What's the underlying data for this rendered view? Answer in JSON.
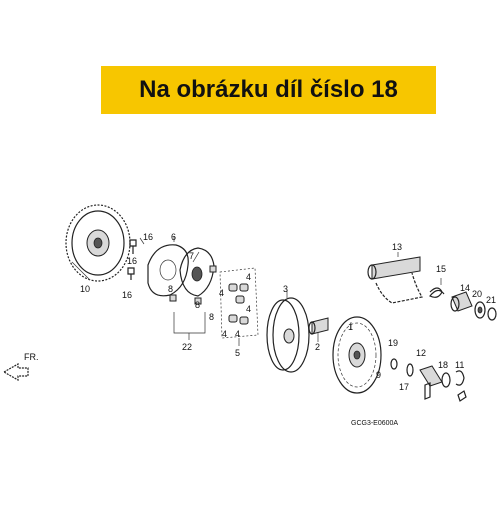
{
  "banner": {
    "text": "Na obrázku díl číslo 18"
  },
  "diagram": {
    "code": "GCG3-E0600A",
    "direction_label": "FR.",
    "callouts": [
      {
        "id": "c10",
        "text": "10"
      },
      {
        "id": "c16a",
        "text": "16"
      },
      {
        "id": "c16b",
        "text": "16"
      },
      {
        "id": "c16c",
        "text": "16"
      },
      {
        "id": "c6",
        "text": "6"
      },
      {
        "id": "c7",
        "text": "7"
      },
      {
        "id": "c8a",
        "text": "8"
      },
      {
        "id": "c8b",
        "text": "8"
      },
      {
        "id": "c8c",
        "text": "8"
      },
      {
        "id": "c22",
        "text": "22"
      },
      {
        "id": "c4a",
        "text": "4"
      },
      {
        "id": "c4b",
        "text": "4"
      },
      {
        "id": "c4c",
        "text": "4"
      },
      {
        "id": "c4d",
        "text": "4"
      },
      {
        "id": "c4e",
        "text": "4"
      },
      {
        "id": "c5",
        "text": "5"
      },
      {
        "id": "c3",
        "text": "3"
      },
      {
        "id": "c2",
        "text": "2"
      },
      {
        "id": "c1",
        "text": "1"
      },
      {
        "id": "c13",
        "text": "13"
      },
      {
        "id": "c15",
        "text": "15"
      },
      {
        "id": "c14",
        "text": "14"
      },
      {
        "id": "c20",
        "text": "20"
      },
      {
        "id": "c21",
        "text": "21"
      },
      {
        "id": "c19",
        "text": "19"
      },
      {
        "id": "c9",
        "text": "9"
      },
      {
        "id": "c12",
        "text": "12"
      },
      {
        "id": "c17",
        "text": "17"
      },
      {
        "id": "c18",
        "text": "18"
      },
      {
        "id": "c11",
        "text": "11"
      }
    ]
  }
}
